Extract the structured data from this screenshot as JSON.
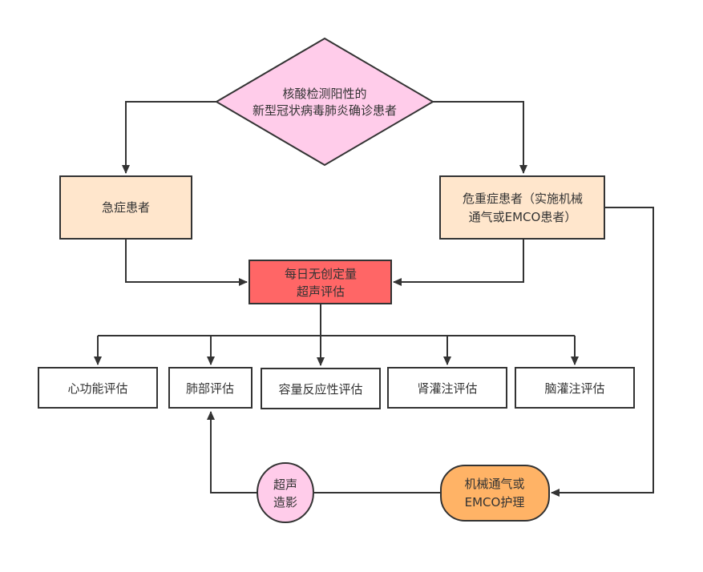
{
  "diagram": {
    "colors": {
      "diamond_fill": "#ffccea",
      "patient_fill": "#ffe6cc",
      "center_fill": "#ff6666",
      "eval_fill": "#ffffff",
      "circle_fill": "#ffccea",
      "terminal_fill": "#ffb366",
      "stroke": "#333333"
    },
    "nodes": {
      "start": {
        "lines": [
          "核酸检测阳性的",
          "新型冠状病毒肺炎确诊患者"
        ]
      },
      "acute": {
        "lines": [
          "急症患者"
        ]
      },
      "critical": {
        "lines": [
          "危重症患者（实施机械",
          "通气或EMCO患者）"
        ]
      },
      "daily_us": {
        "lines": [
          "每日无创定量",
          "超声评估"
        ]
      },
      "cardiac": {
        "lines": [
          "心功能评估"
        ]
      },
      "lung": {
        "lines": [
          "肺部评估"
        ]
      },
      "volume": {
        "lines": [
          "容量反应性评估"
        ]
      },
      "renal": {
        "lines": [
          "肾灌注评估"
        ]
      },
      "brain": {
        "lines": [
          "脑灌注评估"
        ]
      },
      "contrast": {
        "lines": [
          "超声",
          "造影"
        ]
      },
      "ventilation": {
        "lines": [
          "机械通气或",
          "EMCO护理"
        ]
      }
    },
    "edges": [
      {
        "from": "start",
        "to": "acute"
      },
      {
        "from": "start",
        "to": "critical"
      },
      {
        "from": "acute",
        "to": "daily_us"
      },
      {
        "from": "critical",
        "to": "daily_us"
      },
      {
        "from": "daily_us",
        "to": "cardiac"
      },
      {
        "from": "daily_us",
        "to": "lung"
      },
      {
        "from": "daily_us",
        "to": "volume"
      },
      {
        "from": "daily_us",
        "to": "renal"
      },
      {
        "from": "daily_us",
        "to": "brain"
      },
      {
        "from": "critical",
        "to": "ventilation"
      },
      {
        "from": "ventilation",
        "to": "lung",
        "via": "contrast"
      }
    ]
  }
}
